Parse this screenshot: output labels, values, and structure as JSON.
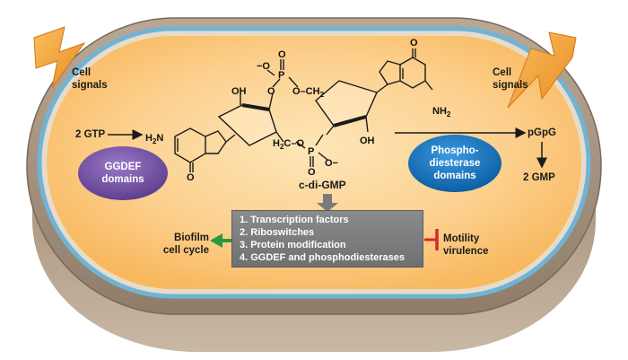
{
  "cell_signals_left": "Cell\nsignals",
  "cell_signals_right": "Cell\nsignals",
  "substrate": "2 GTP",
  "ggdef_domains": "GGDEF\ndomains",
  "pde_domains": "Phospho-\ndiesterase\ndomains",
  "pgpg": "pGpG",
  "gmp": "2 GMP",
  "molecule_name": "c-di-GMP",
  "chem_labels": {
    "o_minus_top": "−O",
    "p_top": "P",
    "o_dbl_top": "O",
    "o_top_ester": "O",
    "o_ch2": "O–CH",
    "ch2_sub": "2",
    "oh_left_sugar": "OH",
    "oh_right_sugar": "OH",
    "h2c_o": "H",
    "h2c_sub": "2",
    "h2c_rest": "C–O",
    "p_bottom": "P",
    "o_minus_bottom": "O−",
    "o_dbl_bottom": "O",
    "h2n": "H",
    "h2n_sub": "2",
    "h2n_n": "N",
    "nh2": "NH",
    "nh2_sub": "2",
    "o_carbonyl_left": "O",
    "o_carbonyl_right": "O"
  },
  "targets": [
    {
      "num": "1.",
      "text": "Transcription factors"
    },
    {
      "num": "2.",
      "text": "Riboswitches"
    },
    {
      "num": "3.",
      "text": "Protein modification"
    },
    {
      "num": "4.",
      "text": "GGDEF and phosphodiesterases"
    }
  ],
  "biofilm": "Biofilm\ncell cycle",
  "motility": "Motility\nvirulence",
  "colors": {
    "cell_wall": "#a2907e",
    "membrane": "#7ab8d8",
    "cytoplasm": "#fbc77a",
    "ggdef_oval": "#6a4a9a",
    "pde_oval": "#1070b8",
    "activation_arrow": "#2a9a3a",
    "inhibition_bar": "#d42a2a",
    "targets_box": "#7d7e80",
    "lightning": "#f0a030"
  }
}
